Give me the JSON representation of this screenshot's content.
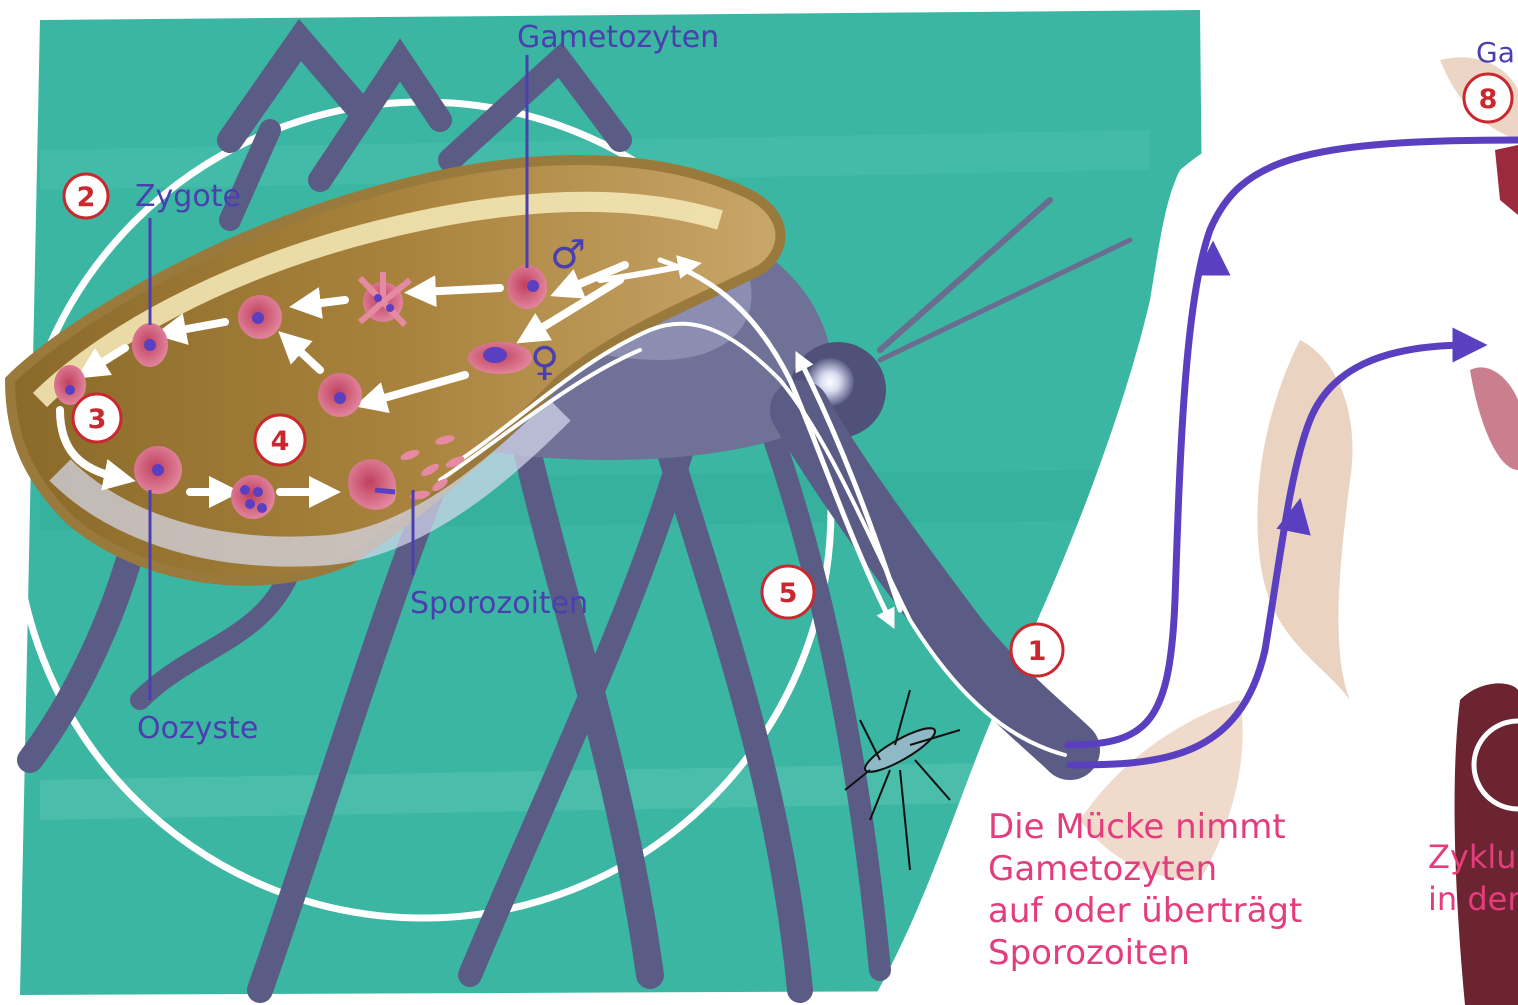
{
  "labels": {
    "gametes_top": "Gametozyten",
    "gametes_right_partial": "Ga",
    "zygote": "Zygote",
    "oocyst": "Oozyste",
    "sporozoites": "Sporozoiten",
    "male_symbol": "♂",
    "female_symbol": "♀"
  },
  "steps": [
    "1",
    "2",
    "3",
    "4",
    "5",
    "8"
  ],
  "caption": {
    "line1": "Die Mücke nimmt",
    "line2": "Gametozyten",
    "line3": "auf oder überträgt",
    "line4": "Sporozoiten"
  },
  "caption_right_partial": {
    "line1": "Zyklu",
    "line2": "in der"
  },
  "colors": {
    "background": "#3bb6a2",
    "mosquito": "#5a5c86",
    "label_blue": "#4b3fb0",
    "caption_pink": "#e43d7e",
    "step_red": "#c8282e",
    "cycle_arrow": "#5a3fc0",
    "cell_pink": "#d96b8a"
  }
}
